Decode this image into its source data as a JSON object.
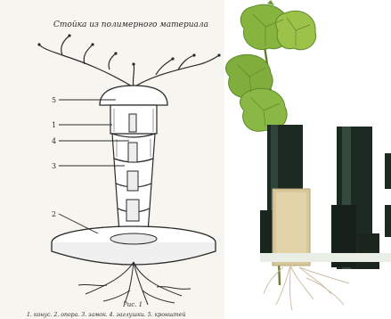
{
  "drawing": {
    "title": "Стойка из полимерного материала",
    "figure_label": "Рис. 1",
    "part_numbers": [
      "5",
      "1",
      "4",
      "3",
      "2"
    ],
    "caption": "1. конус. 2. опора. 3. замок. 4. заглушки. 5. кронштей"
  },
  "photo": {
    "colors": {
      "leaf": "#7fae3c",
      "leaf_dark": "#5b8a2a",
      "tube": "#1c2a22",
      "block": "#d8c79a",
      "root": "#cdbfa8"
    }
  }
}
